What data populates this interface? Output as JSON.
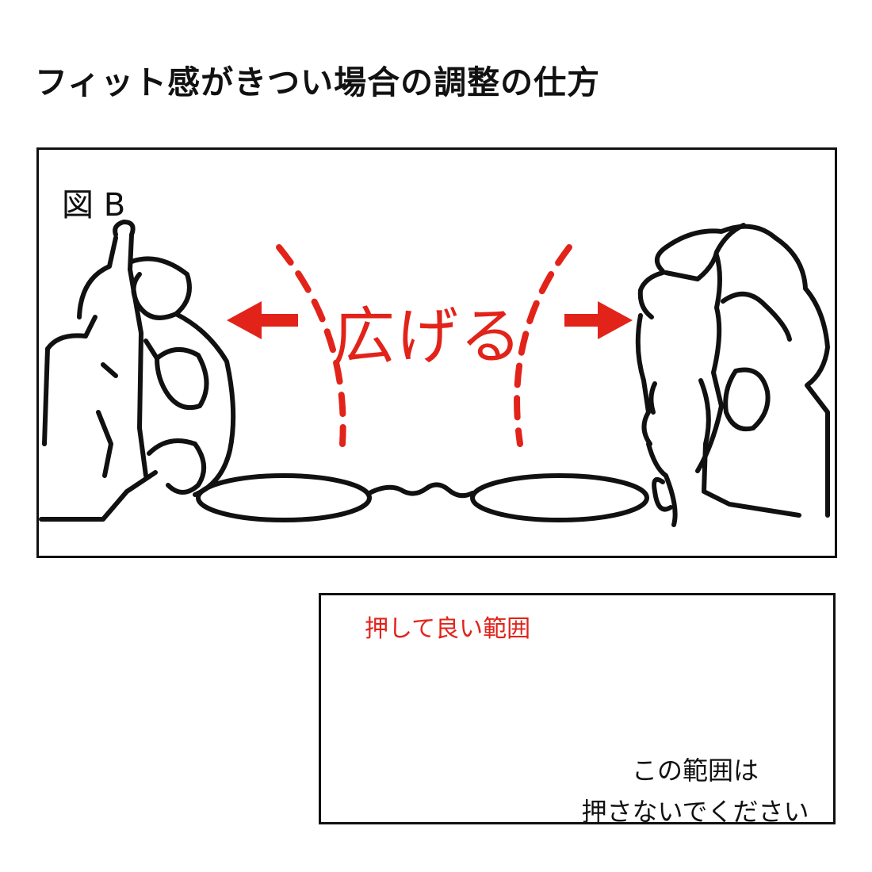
{
  "title": "フィット感がきつい場合の調整の仕方",
  "figure": {
    "label": "図 B",
    "action_label": "広げる"
  },
  "detail": {
    "ok_range_label": "押して良い範囲",
    "ng_range_label_line1": "この範囲は",
    "ng_range_label_line2": "押さないでください"
  },
  "colors": {
    "accent_red": "#e2231a",
    "temple_green": "#c9e2b4",
    "outline": "#111111"
  }
}
